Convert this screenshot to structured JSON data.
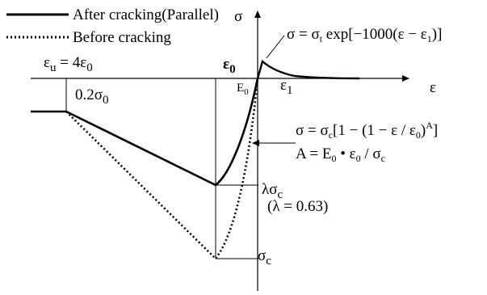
{
  "legend": {
    "after_cracking": "After cracking(Parallel)",
    "before_cracking": "Before cracking"
  },
  "axes": {
    "sigma_axis_label": "σ",
    "epsilon_axis_label": "ε"
  },
  "labels": {
    "eps_u": "ε",
    "eps_u_sub": "u",
    "eps_u_eq": " = 4ε",
    "eps_u_eq_sub": "0",
    "sigma0_coef": "0.2σ",
    "sigma0_coef_sub": "0",
    "eps0_marker": "ε",
    "eps0_marker_sub": "0",
    "e0_marker": "E",
    "e0_marker_sub": "0",
    "eps1_marker": "ε",
    "eps1_marker_sub": "1",
    "lambda_sigma": "λσ",
    "lambda_sigma_sub": "c",
    "lambda_value": "(λ = 0.63)",
    "sigma_c": "σ",
    "sigma_c_sub": "c"
  },
  "equations": {
    "tension": {
      "p1": "σ = σ",
      "s1": "t",
      "p2": " exp[−1000(ε − ε",
      "s2": "1",
      "p3": ")]"
    },
    "compression": {
      "p1": "σ = σ",
      "s1": "c",
      "p2": "[1 − (1 − ε / ε",
      "s2": "0",
      "p3": ")",
      "s3": "A",
      "p4": "]"
    },
    "modulus": {
      "p1": "A = E",
      "s1": "0",
      "p2": " • ε",
      "s2": "0",
      "p3": " / σ",
      "s3": "c"
    }
  },
  "colors": {
    "ink": "#000000"
  }
}
